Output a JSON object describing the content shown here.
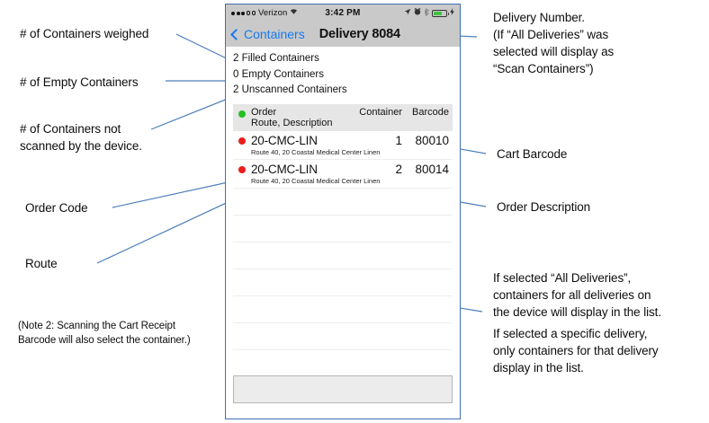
{
  "annotations": {
    "left": [
      {
        "name": "containers-weighed",
        "text": "# of Containers weighed"
      },
      {
        "name": "empty-containers",
        "text": "# of Empty Containers"
      },
      {
        "name": "containers-not-scanned",
        "text": "# of Containers not\nscanned by the device."
      },
      {
        "name": "order-code",
        "text": "Order Code"
      },
      {
        "name": "route",
        "text": "Route"
      },
      {
        "name": "note-2",
        "text": "(Note 2: Scanning the Cart Receipt\nBarcode will also select the container.)"
      }
    ],
    "right": [
      {
        "name": "delivery-number",
        "text": "Delivery Number.\n(If “All Deliveries” was\nselected will display as\n“Scan Containers”)"
      },
      {
        "name": "cart-barcode",
        "text": "Cart Barcode"
      },
      {
        "name": "order-description",
        "text": "Order Description"
      },
      {
        "name": "all-deliveries-behavior",
        "text": "If selected “All Deliveries”,\ncontainers for all deliveries on\nthe device will display in the list."
      },
      {
        "name": "specific-delivery-behavior",
        "text": "If selected a specific delivery,\nonly containers for that delivery\ndisplay in the list."
      }
    ]
  },
  "phone": {
    "status_bar": {
      "signal_filled": 3,
      "signal_empty": 2,
      "carrier": "Verizon",
      "wifi_icon": "wifi-icon",
      "time": "3:42 PM",
      "location_icon": "location-arrow-icon",
      "alarm_icon": "alarm-clock-icon",
      "bluetooth_icon": "bluetooth-icon",
      "battery_icon": "battery-icon",
      "battery_level": "72%",
      "charging_icon": "charging-bolt-icon"
    },
    "nav_bar": {
      "back_icon": "chevron-left-icon",
      "back_label": "Containers",
      "title": "Delivery 8084"
    },
    "counts": [
      "2 Filled Containers",
      "0 Empty Containers",
      "2 Unscanned Containers"
    ],
    "list": {
      "header": {
        "status_dot": "green",
        "order": "Order",
        "container": "Container",
        "barcode": "Barcode",
        "subtitle": "Route, Description"
      },
      "rows": [
        {
          "status_dot": "red",
          "order": "20-CMC-LIN",
          "container": "1",
          "barcode": "80010",
          "description": "Route 40, 20 Coastal Medical Center Linen"
        },
        {
          "status_dot": "red",
          "order": "20-CMC-LIN",
          "container": "2",
          "barcode": "80014",
          "description": "Route 40, 20 Coastal Medical Center Linen"
        }
      ],
      "empty_row_count": 6
    },
    "bottom_box": {
      "value": ""
    }
  },
  "colors": {
    "accent_blue": "#1878f0",
    "line_blue": "#4a7ebb",
    "status_green": "#24c024",
    "status_red": "#ec1c1c",
    "chrome_gray": "#c9c9c9",
    "header_row_gray": "#e6e6e6"
  }
}
